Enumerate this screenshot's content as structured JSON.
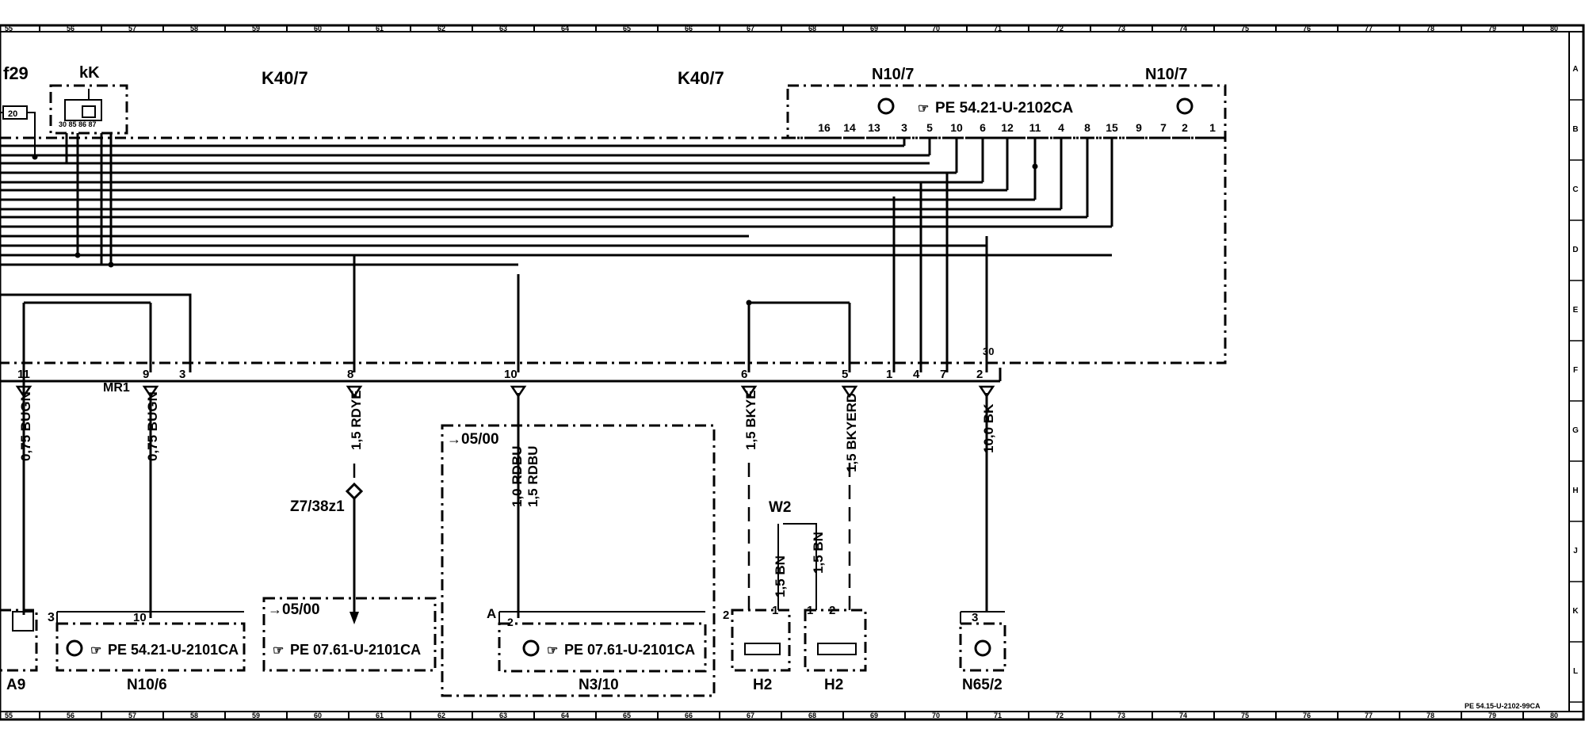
{
  "sheet": {
    "grid_cols": [
      "55",
      "56",
      "57",
      "58",
      "59",
      "60",
      "61",
      "62",
      "63",
      "64",
      "65",
      "66",
      "67",
      "68",
      "69",
      "70",
      "71",
      "72",
      "73",
      "74",
      "75",
      "76",
      "77",
      "78",
      "79",
      "80"
    ],
    "grid_rows": [
      "A",
      "B",
      "C",
      "D",
      "E",
      "F",
      "G",
      "H",
      "J",
      "K",
      "L"
    ],
    "doc_number": "PE 54.15-U-2102-99CA"
  },
  "components": {
    "f29": "f29",
    "kK": "kK",
    "kK_pins": "30 85   86 87",
    "kK_fuse": "20",
    "k40_a": "K40/7",
    "k40_b": "K40/7",
    "n107_a": "N10/7",
    "n107_b": "N10/7",
    "n107_ref": "PE 54.21-U-2102CA",
    "n107_pins": [
      "16",
      "14",
      "13",
      "3",
      "5",
      "10",
      "6",
      "12",
      "11",
      "4",
      "8",
      "15",
      "9",
      "7",
      "2",
      "1"
    ],
    "mr1": "MR1",
    "a9": "A9",
    "n106": "N10/6",
    "n106_ref": "PE 54.21-U-2101CA",
    "n106_pin": "10",
    "n106_pin3": "3",
    "z7": "Z7/38z1",
    "box0500_a": "05/00",
    "box0500_a_ref": "PE 07.61-U-2101CA",
    "box0500_b": "05/00",
    "n310": "N3/10",
    "n310_ref": "PE 07.61-U-2101CA",
    "n310_pinA": "A",
    "n310_pin2": "2",
    "w2": "W2",
    "h2_a": "H2",
    "h2_b": "H2",
    "n652": "N65/2",
    "n652_pin": "3"
  },
  "connector": {
    "pins": [
      "11",
      "9",
      "3",
      "8",
      "10",
      "6",
      "5",
      "1",
      "4",
      "7",
      "2"
    ],
    "pin30": "30"
  },
  "wires": {
    "w1": "0,75 BUGN",
    "w2": "0,75 BUGN",
    "w3": "1,5 RDYE",
    "w4a": "1,0 RDBU",
    "w4b": "1,5 RDBU",
    "w5": "1,5 BKYE",
    "w6": "1,5 BKYERD",
    "w7": "10,0 BK",
    "w8": "1,5 BN",
    "w9": "1,5 BN",
    "h2a_p2": "2",
    "h2a_p1": "1",
    "h2b_p1": "1",
    "h2b_p2": "2"
  }
}
